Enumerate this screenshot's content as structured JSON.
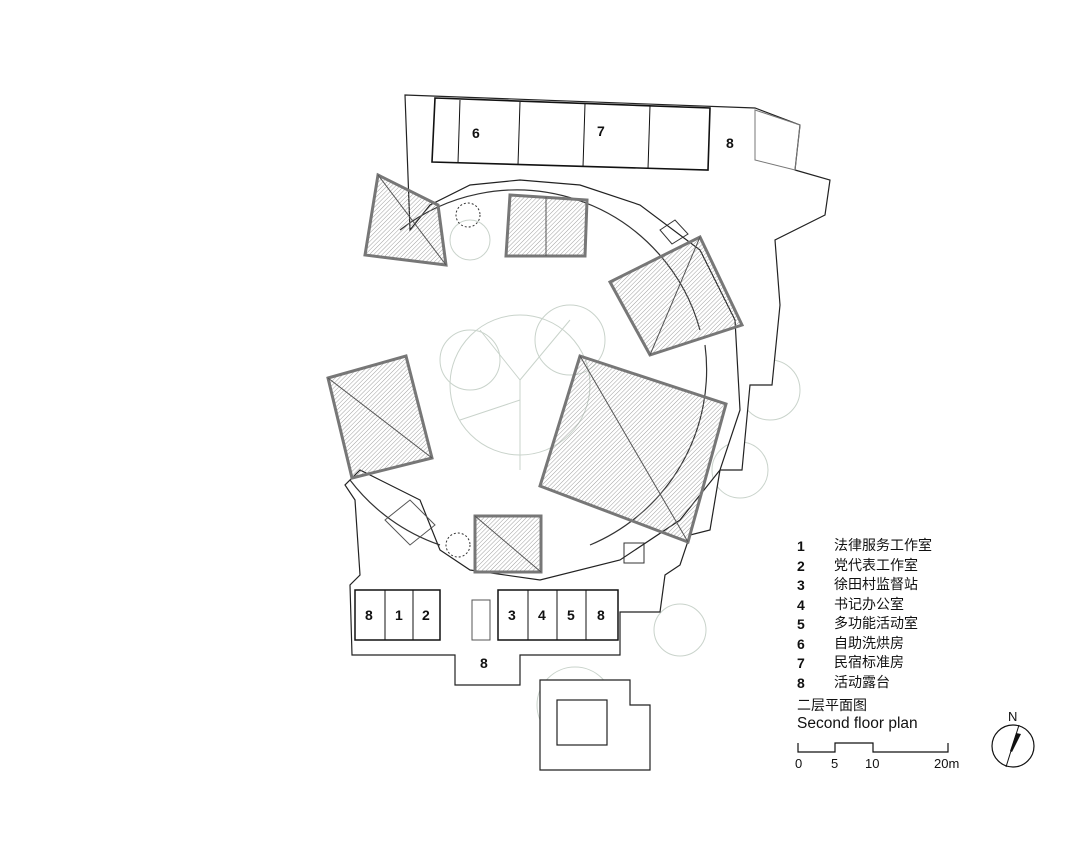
{
  "rooms_top": [
    {
      "number": "6"
    },
    {
      "number": "7"
    },
    {
      "number": "8"
    }
  ],
  "rooms_bottom": [
    {
      "number": "8"
    },
    {
      "number": "1"
    },
    {
      "number": "2"
    },
    {
      "number": "3"
    },
    {
      "number": "4"
    },
    {
      "number": "5"
    },
    {
      "number": "8"
    },
    {
      "number": "8"
    }
  ],
  "legend": [
    {
      "num": "1",
      "label": "法律服务工作室"
    },
    {
      "num": "2",
      "label": "党代表工作室"
    },
    {
      "num": "3",
      "label": "徐田村监督站"
    },
    {
      "num": "4",
      "label": "书记办公室"
    },
    {
      "num": "5",
      "label": "多功能活动室"
    },
    {
      "num": "6",
      "label": "自助洗烘房"
    },
    {
      "num": "7",
      "label": "民宿标准房"
    },
    {
      "num": "8",
      "label": "活动露台"
    }
  ],
  "title": {
    "zh": "二层平面图",
    "en": "Second floor plan"
  },
  "scale": {
    "ticks": [
      "0",
      "5",
      "10",
      "20m"
    ]
  },
  "north": {
    "label": "N"
  },
  "colors": {
    "line": "#222222",
    "roof": "#9a9a9a",
    "tree": "#cfd8d0"
  }
}
